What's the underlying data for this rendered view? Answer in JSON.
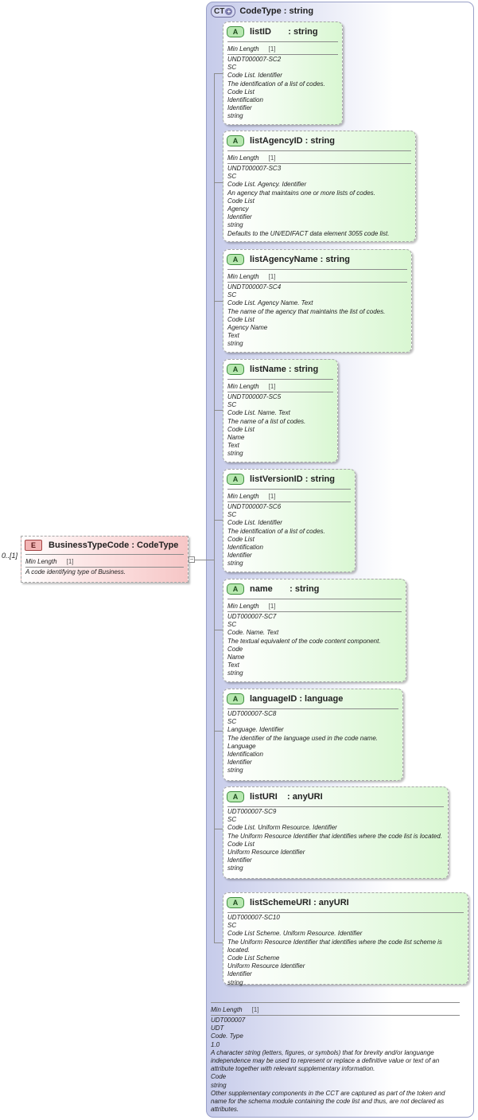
{
  "complex_type": {
    "badge": "CT",
    "title": "CodeType : string",
    "min_length_label": "Min Length",
    "min_length_count": "[1]",
    "docs": [
      "UDT000007",
      "UDT",
      "Code. Type",
      "1.0",
      "A character string (letters, figures, or symbols) that for brevity and/or languange independence may be used to represent or replace a definitive value or text of an attribute together with relevant supplementary information.",
      "Code",
      "string",
      "Other supplementary components in the CCT are captured as part of the token and name for the schema module containing the code list and thus, are not declared as attributes."
    ]
  },
  "element": {
    "badge": "E",
    "name": "BusinessTypeCode : CodeType",
    "occurs": "0..[1]",
    "min_length_label": "Min Length",
    "min_length_count": "[1]",
    "doc": "A code identifying type of Business."
  },
  "attributes": [
    {
      "badge": "A",
      "name": "listID       : string",
      "min_length_label": "Min Length",
      "min_length_count": "[1]",
      "docs": [
        "UNDT000007-SC2",
        "SC",
        "Code List. Identifier",
        "The identification of a list of codes.",
        "Code List",
        "Identification",
        "Identifier",
        "string"
      ]
    },
    {
      "badge": "A",
      "name": "listAgencyID : string",
      "min_length_label": "Min Length",
      "min_length_count": "[1]",
      "docs": [
        "UNDT000007-SC3",
        "SC",
        "Code List. Agency. Identifier",
        "An agency that maintains one or more lists of codes.",
        "Code List",
        "Agency",
        "Identifier",
        "string",
        "Defaults to the UN/EDIFACT data element 3055 code list."
      ]
    },
    {
      "badge": "A",
      "name": "listAgencyName : string",
      "min_length_label": "Min Length",
      "min_length_count": "[1]",
      "docs": [
        "UNDT000007-SC4",
        "SC",
        "Code List. Agency Name. Text",
        "The name of the agency that maintains the list of codes.",
        "Code List",
        "Agency Name",
        "Text",
        "string"
      ]
    },
    {
      "badge": "A",
      "name": "listName : string",
      "min_length_label": "Min Length",
      "min_length_count": "[1]",
      "docs": [
        "UNDT000007-SC5",
        "SC",
        "Code List. Name. Text",
        "The name of a list of codes.",
        "Code List",
        "Name",
        "Text",
        "string"
      ]
    },
    {
      "badge": "A",
      "name": "listVersionID : string",
      "min_length_label": "Min Length",
      "min_length_count": "[1]",
      "docs": [
        "UNDT000007-SC6",
        "SC",
        "Code List. Identifier",
        "The identification of a list of codes.",
        "Code List",
        "Identification",
        "Identifier",
        "string"
      ]
    },
    {
      "badge": "A",
      "name": "name       : string",
      "min_length_label": "Min Length",
      "min_length_count": "[1]",
      "docs": [
        "UDT000007-SC7",
        "SC",
        "Code. Name. Text",
        "The textual equivalent of the code content component.",
        "Code",
        "Name",
        "Text",
        "string"
      ]
    },
    {
      "badge": "A",
      "name": "languageID : language",
      "docs": [
        "UDT000007-SC8",
        "SC",
        "Language. Identifier",
        "The identifier of the language used in the code name.",
        "Language",
        "Identification",
        "Identifier",
        "string"
      ]
    },
    {
      "badge": "A",
      "name": "listURI    : anyURI",
      "docs": [
        "UDT000007-SC9",
        "SC",
        "Code List. Uniform Resource. Identifier",
        "The Uniform Resource Identifier that identifies where the code list is located.",
        "Code List",
        "Uniform Resource Identifier",
        "Identifier",
        "string"
      ]
    },
    {
      "badge": "A",
      "name": "listSchemeURI : anyURI",
      "docs": [
        "UDT000007-SC10",
        "SC",
        "Code List Scheme. Uniform Resource. Identifier",
        "The Uniform Resource Identifier that identifies where the code list scheme is located.",
        "Code List Scheme",
        "Uniform Resource Identifier",
        "Identifier",
        "string"
      ]
    }
  ]
}
